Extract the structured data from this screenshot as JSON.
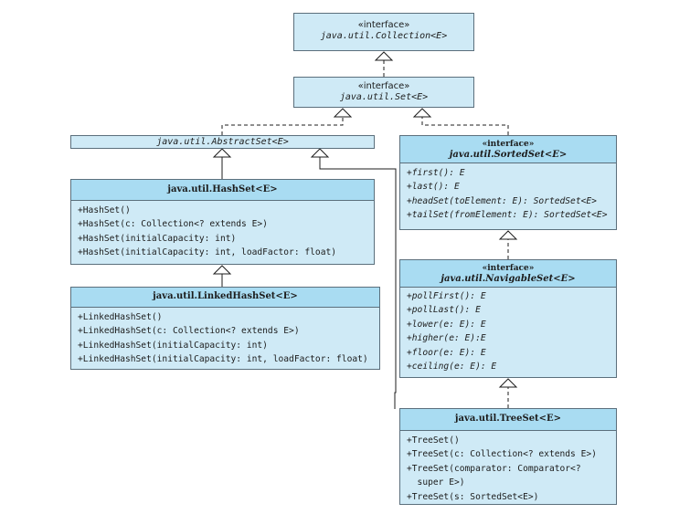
{
  "collection": {
    "stereotype": "«interface»",
    "name": "java.util.Collection<E>"
  },
  "set": {
    "stereotype": "«interface»",
    "name": "java.util.Set<E>"
  },
  "abstract_set": {
    "name": "java.util.AbstractSet<E>"
  },
  "sorted_set": {
    "stereotype": "«interface»",
    "name": "java.util.SortedSet<E>",
    "methods": [
      "+first(): E",
      "+last(): E",
      "+headSet(toElement: E): SortedSet<E>",
      "+tailSet(fromElement: E): SortedSet<E>"
    ]
  },
  "hash_set": {
    "name": "java.util.HashSet<E>",
    "methods": [
      "+HashSet()",
      "+HashSet(c: Collection<? extends E>)",
      "+HashSet(initialCapacity: int)",
      "+HashSet(initialCapacity: int, loadFactor: float)"
    ]
  },
  "navigable_set": {
    "stereotype": "«interface»",
    "name": "java.util.NavigableSet<E>",
    "methods": [
      "+pollFirst(): E",
      "+pollLast(): E",
      "+lower(e: E): E",
      "+higher(e: E):E",
      "+floor(e: E): E",
      "+ceiling(e: E): E"
    ]
  },
  "linked_hash_set": {
    "name": "java.util.LinkedHashSet<E>",
    "methods": [
      "+LinkedHashSet()",
      "+LinkedHashSet(c: Collection<? extends E>)",
      "+LinkedHashSet(initialCapacity: int)",
      "+LinkedHashSet(initialCapacity: int, loadFactor: float)"
    ]
  },
  "tree_set": {
    "name": "java.util.TreeSet<E>",
    "methods": [
      "+TreeSet()",
      "+TreeSet(c: Collection<? extends E>)",
      "+TreeSet(comparator: Comparator<?",
      "  super E>)",
      "+TreeSet(s: SortedSet<E>)"
    ]
  },
  "colors": {
    "box_fill": "#cfeaf6",
    "header_fill": "#a9dcf2",
    "border": "#5b6f7c",
    "line": "#1c1c1c"
  }
}
